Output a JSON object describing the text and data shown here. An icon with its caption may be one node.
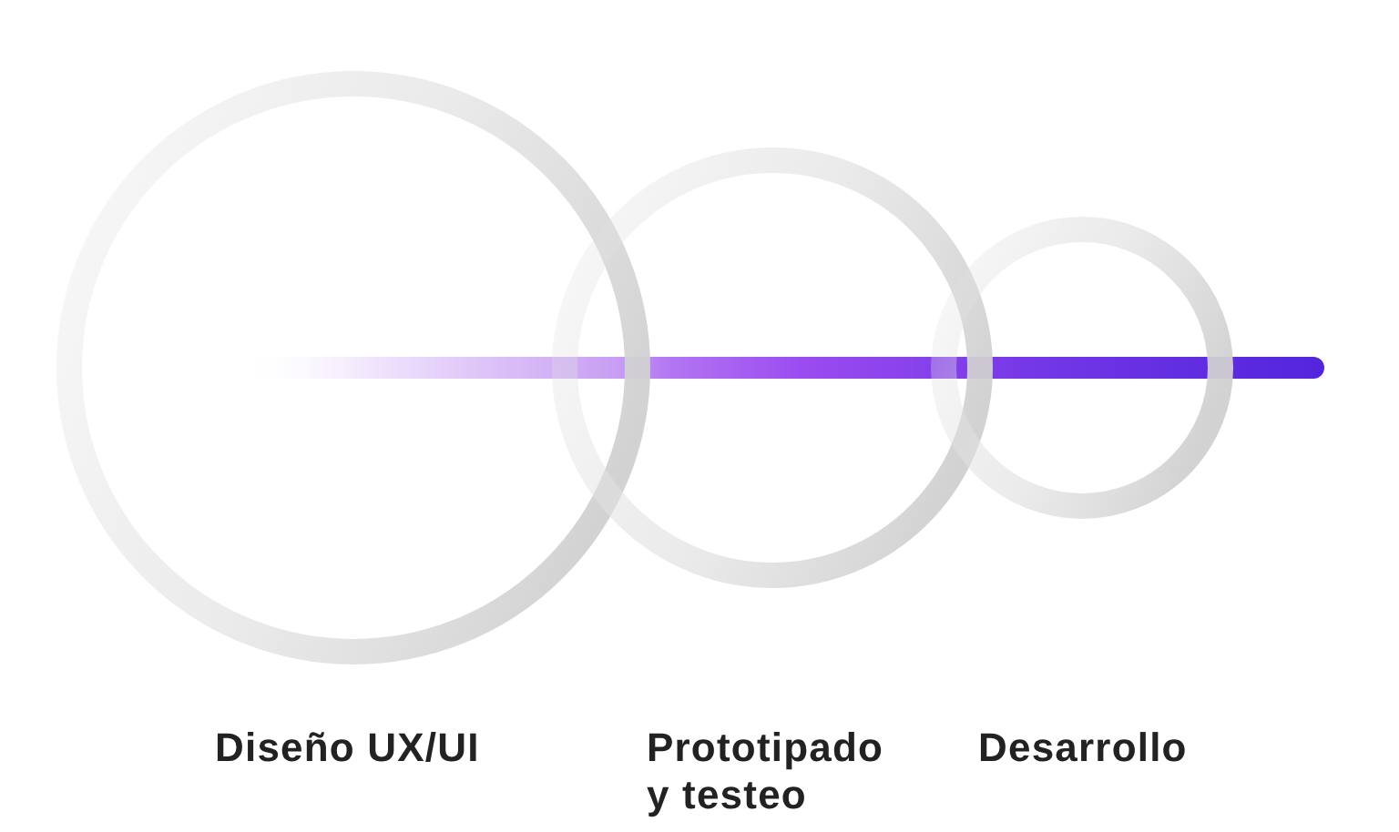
{
  "diagram": {
    "nodes": [
      {
        "text": [],
        "shape": "circle"
      },
      {
        "text": [],
        "shape": "circle"
      },
      {
        "text": [],
        "shape": "circle"
      }
    ],
    "labels": [
      "Diseño UX/UI",
      "Prototipado y testeo",
      "Desarrollo"
    ]
  }
}
